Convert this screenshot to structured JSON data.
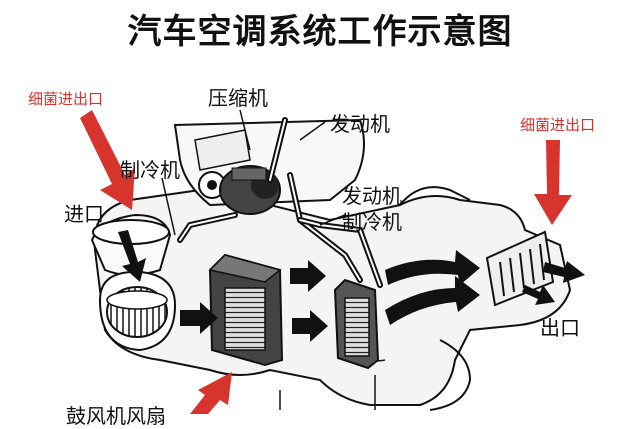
{
  "title": "汽车空调系统工作示意图",
  "labels": {
    "bacteria_inlet_left": "细菌进出口",
    "bacteria_inlet_right": "细菌进出口",
    "compressor": "压缩机",
    "engine": "发动机",
    "refrigerator": "制冷机",
    "engine_refrigerator_line1": "发动机",
    "engine_refrigerator_line2": "制冷机",
    "inlet": "进口",
    "outlet": "出口",
    "bottom_cut": "鼓风机风扇"
  },
  "colors": {
    "warning_red": "#d6342c",
    "line": "#111111",
    "paper": "#ffffff",
    "body_gray": "#f2f2f2"
  },
  "icons": [
    "red-arrow-icon",
    "black-arrow-icon",
    "blower-fan-icon",
    "compressor-icon",
    "evaporator-icon",
    "condenser-icon",
    "vent-grille-icon"
  ]
}
